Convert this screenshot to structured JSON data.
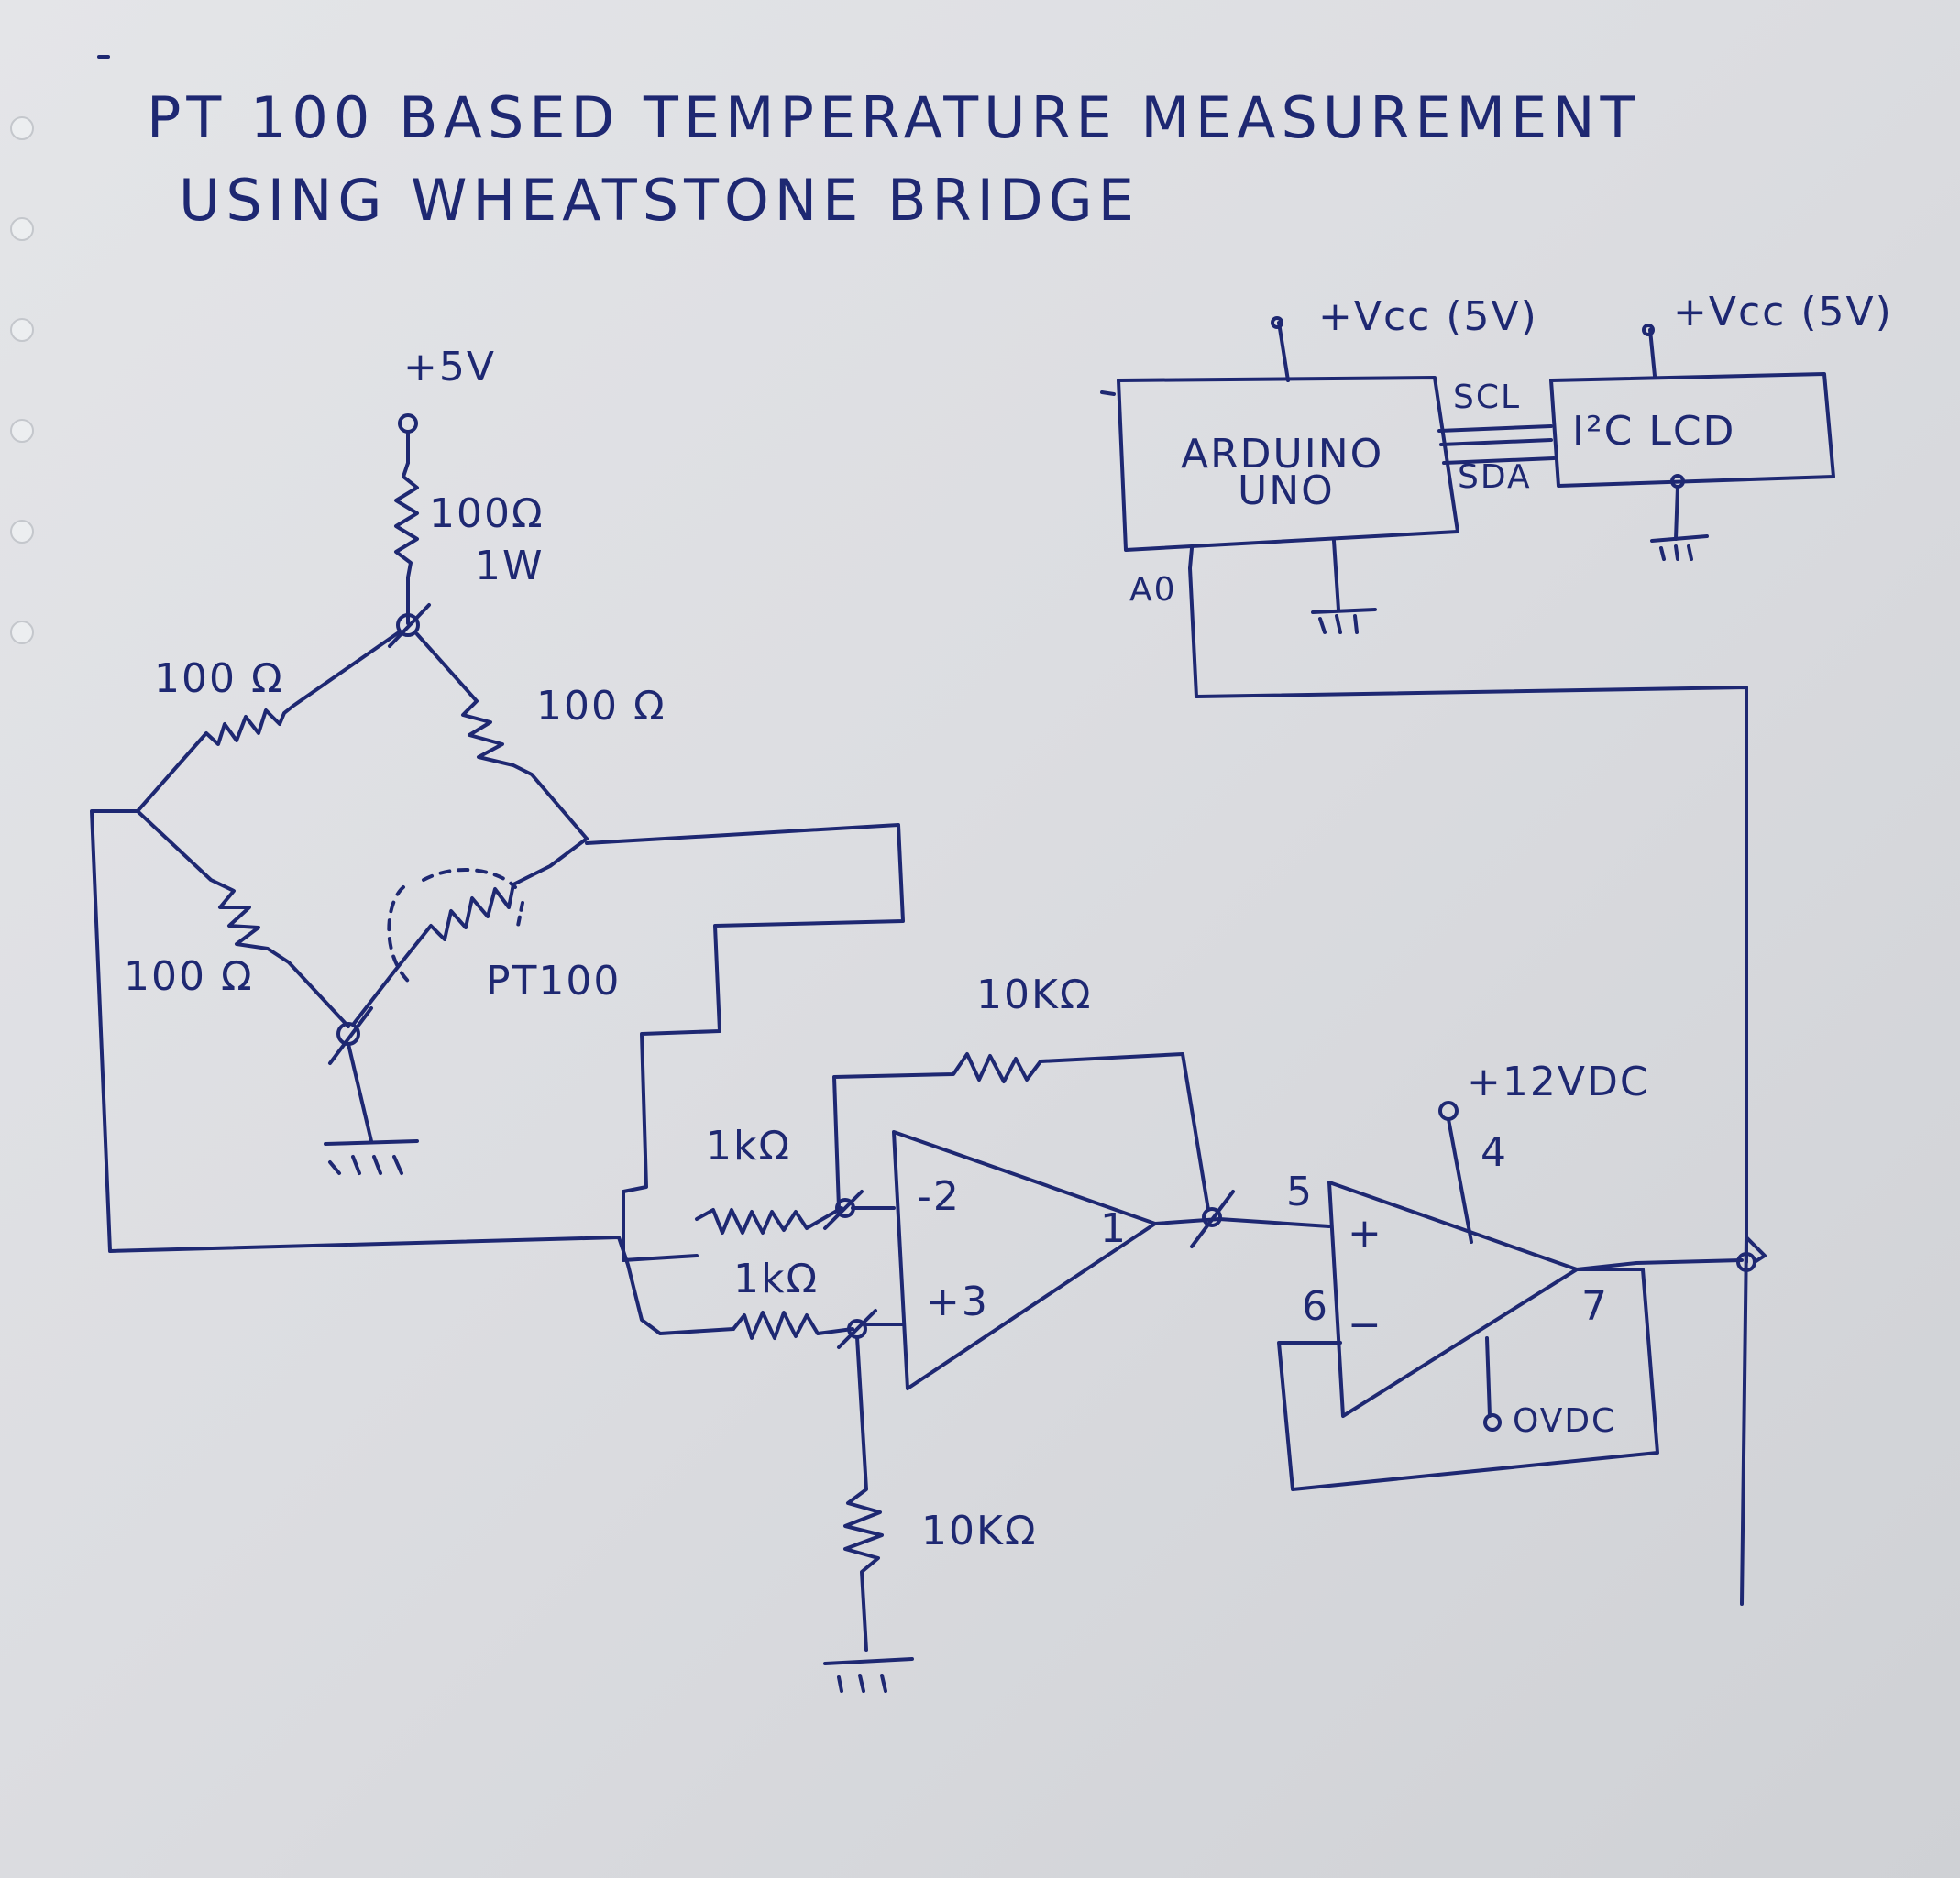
{
  "title": {
    "line1": "PT 100   BASED TEMPERATURE MEASUREMENT",
    "line2": "USING   WHEATSTONE  BRIDGE"
  },
  "supply": {
    "plus5v": "+5V",
    "top_res": "100Ω",
    "top_res_power": "1W"
  },
  "bridge": {
    "upper_left": "100 Ω",
    "upper_right": "100 Ω",
    "lower_left": "100 Ω",
    "sensor": "PT100"
  },
  "diff_amp": {
    "feedback": "10KΩ",
    "input_top": "1kΩ",
    "input_bottom": "1kΩ",
    "ground_res": "10KΩ",
    "pin_inv": "-2",
    "pin_noninv": "+3",
    "pin_out": "1"
  },
  "buffer": {
    "supply": "+12VDC",
    "pin_vplus": "4",
    "pin_in_plus": "5",
    "pin_in_minus": "6",
    "pin_out": "7",
    "plus_sign": "+",
    "minus_sign": "−",
    "ground": "OVDC"
  },
  "mcu": {
    "vcc": "+Vcc (5V)",
    "name_line1": "ARDUINO",
    "name_line2": "UNO",
    "analog_pin": "A0",
    "scl": "SCL",
    "sda": "SDA"
  },
  "lcd": {
    "vcc": "+Vcc (5V)",
    "name": "I²C LCD"
  }
}
